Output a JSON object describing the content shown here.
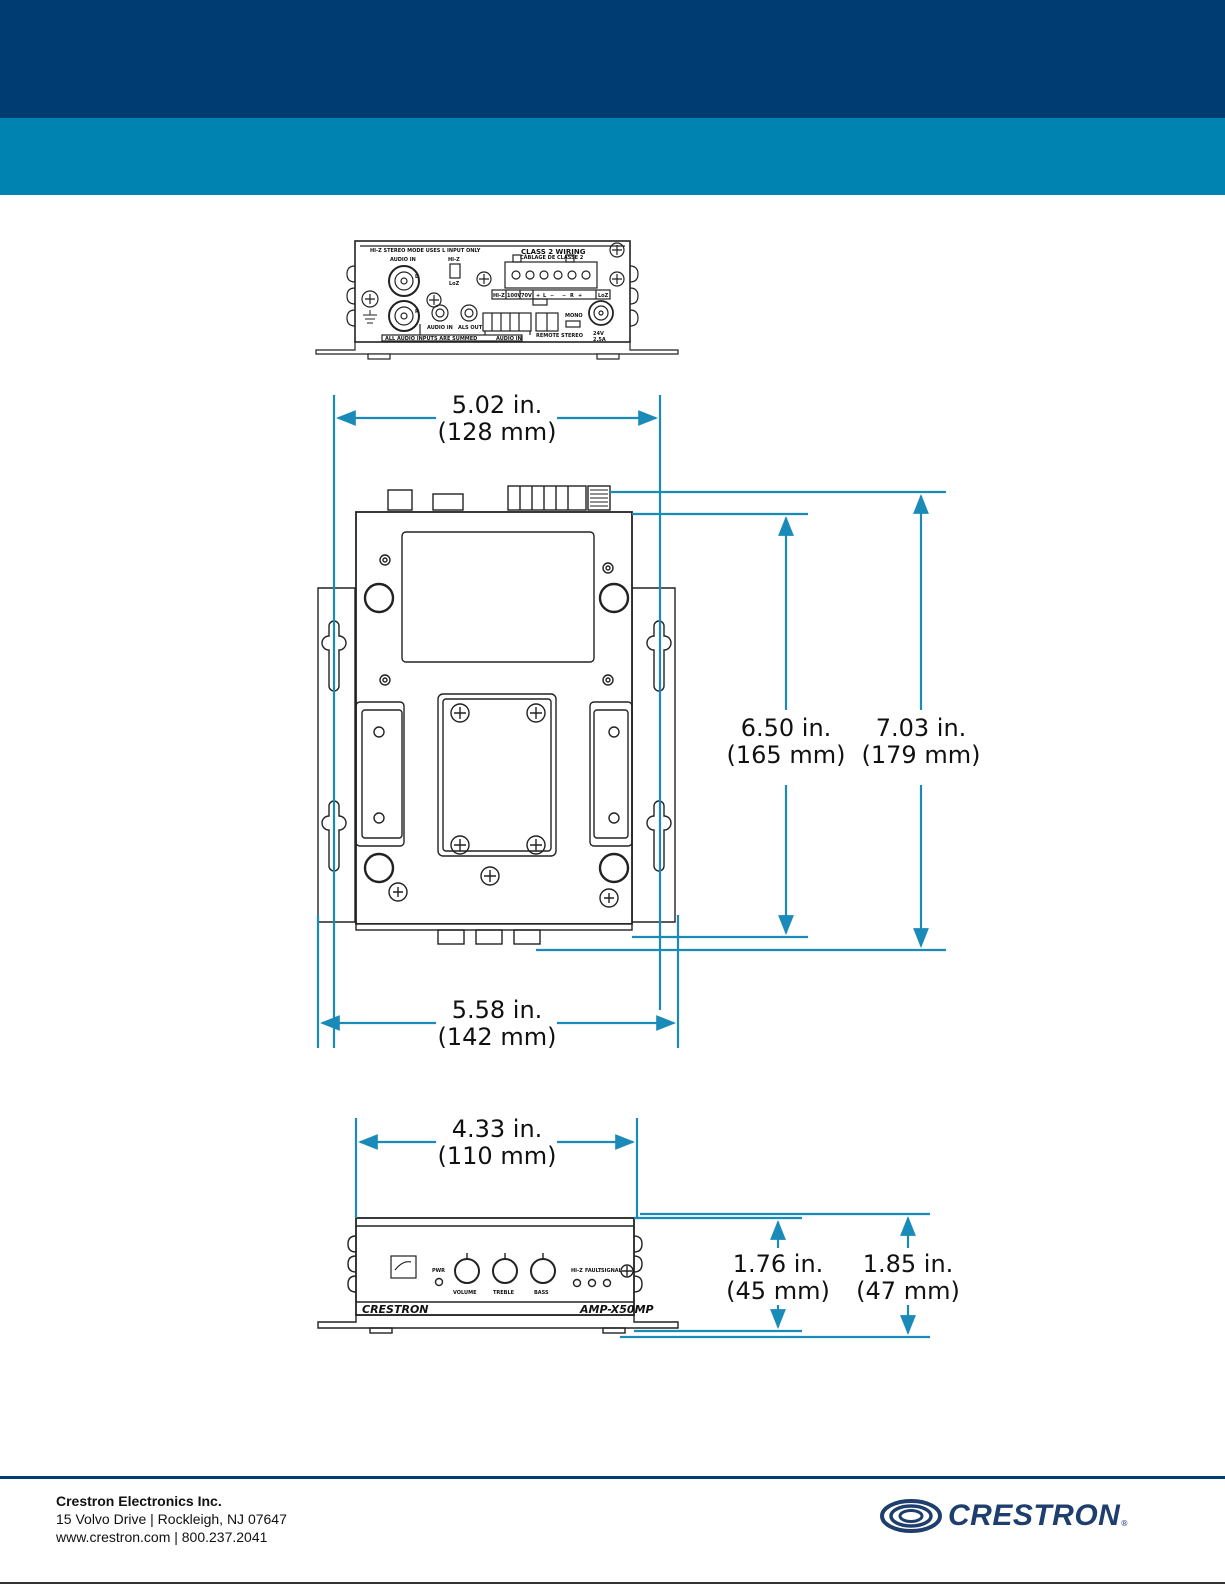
{
  "dimensions": {
    "width_module": {
      "imperial": "5.02 in.",
      "metric": "(128 mm)"
    },
    "depth_chassis": {
      "imperial": "6.50 in.",
      "metric": "(165 mm)"
    },
    "depth_overall": {
      "imperial": "7.03 in.",
      "metric": "(179 mm)"
    },
    "width_flanges": {
      "imperial": "5.58 in.",
      "metric": "(142 mm)"
    },
    "width_front": {
      "imperial": "4.33 in.",
      "metric": "(110 mm)"
    },
    "height_chassis": {
      "imperial": "1.76 in.",
      "metric": "(45 mm)"
    },
    "height_overall": {
      "imperial": "1.85 in.",
      "metric": "(47 mm)"
    }
  },
  "rear_panel": {
    "stereo_note": "HI-Z STEREO MODE USES L INPUT ONLY",
    "audio_in": "AUDIO IN",
    "left": "L",
    "right": "R",
    "hiz": "HI-Z",
    "loz": "LoZ",
    "class2": "CLASS 2 WIRING",
    "cablage": "CÂBLAGE DE CLASSE 2",
    "taps": [
      "HI-Z",
      "100V",
      "70V",
      "+",
      "L",
      "−",
      "−",
      "R",
      "+",
      "LoZ"
    ],
    "audio_in_small": "AUDIO IN",
    "als_out": "ALS OUT",
    "remote": "REMOTE",
    "mono": "MONO",
    "stereo": "STEREO",
    "power_v": "24V",
    "power_a": "2.5A",
    "summed_note": "ALL AUDIO INPUTS ARE SUMMED",
    "audio_in_terminal": "AUDIO IN"
  },
  "front_panel": {
    "pwr": "PWR",
    "volume": "VOLUME",
    "treble": "TREBLE",
    "bass": "BASS",
    "hiz": "HI-Z",
    "fault": "FAULT",
    "signal": "SIGNAL",
    "brand": "CRESTRON",
    "model": "AMP-X50MP"
  },
  "footer": {
    "company": "Crestron Electronics Inc.",
    "address": "15 Volvo Drive  |  Rockleigh, NJ 07647",
    "web_phone": "www.crestron.com  |  800.237.2041",
    "logo_text": "CRESTRON",
    "logo_mark": "®"
  },
  "colors": {
    "header_dark": "#003b71",
    "header_light": "#0083b0",
    "dimension_lines": "#1a8ab8",
    "drawing_lines": "#222222"
  }
}
